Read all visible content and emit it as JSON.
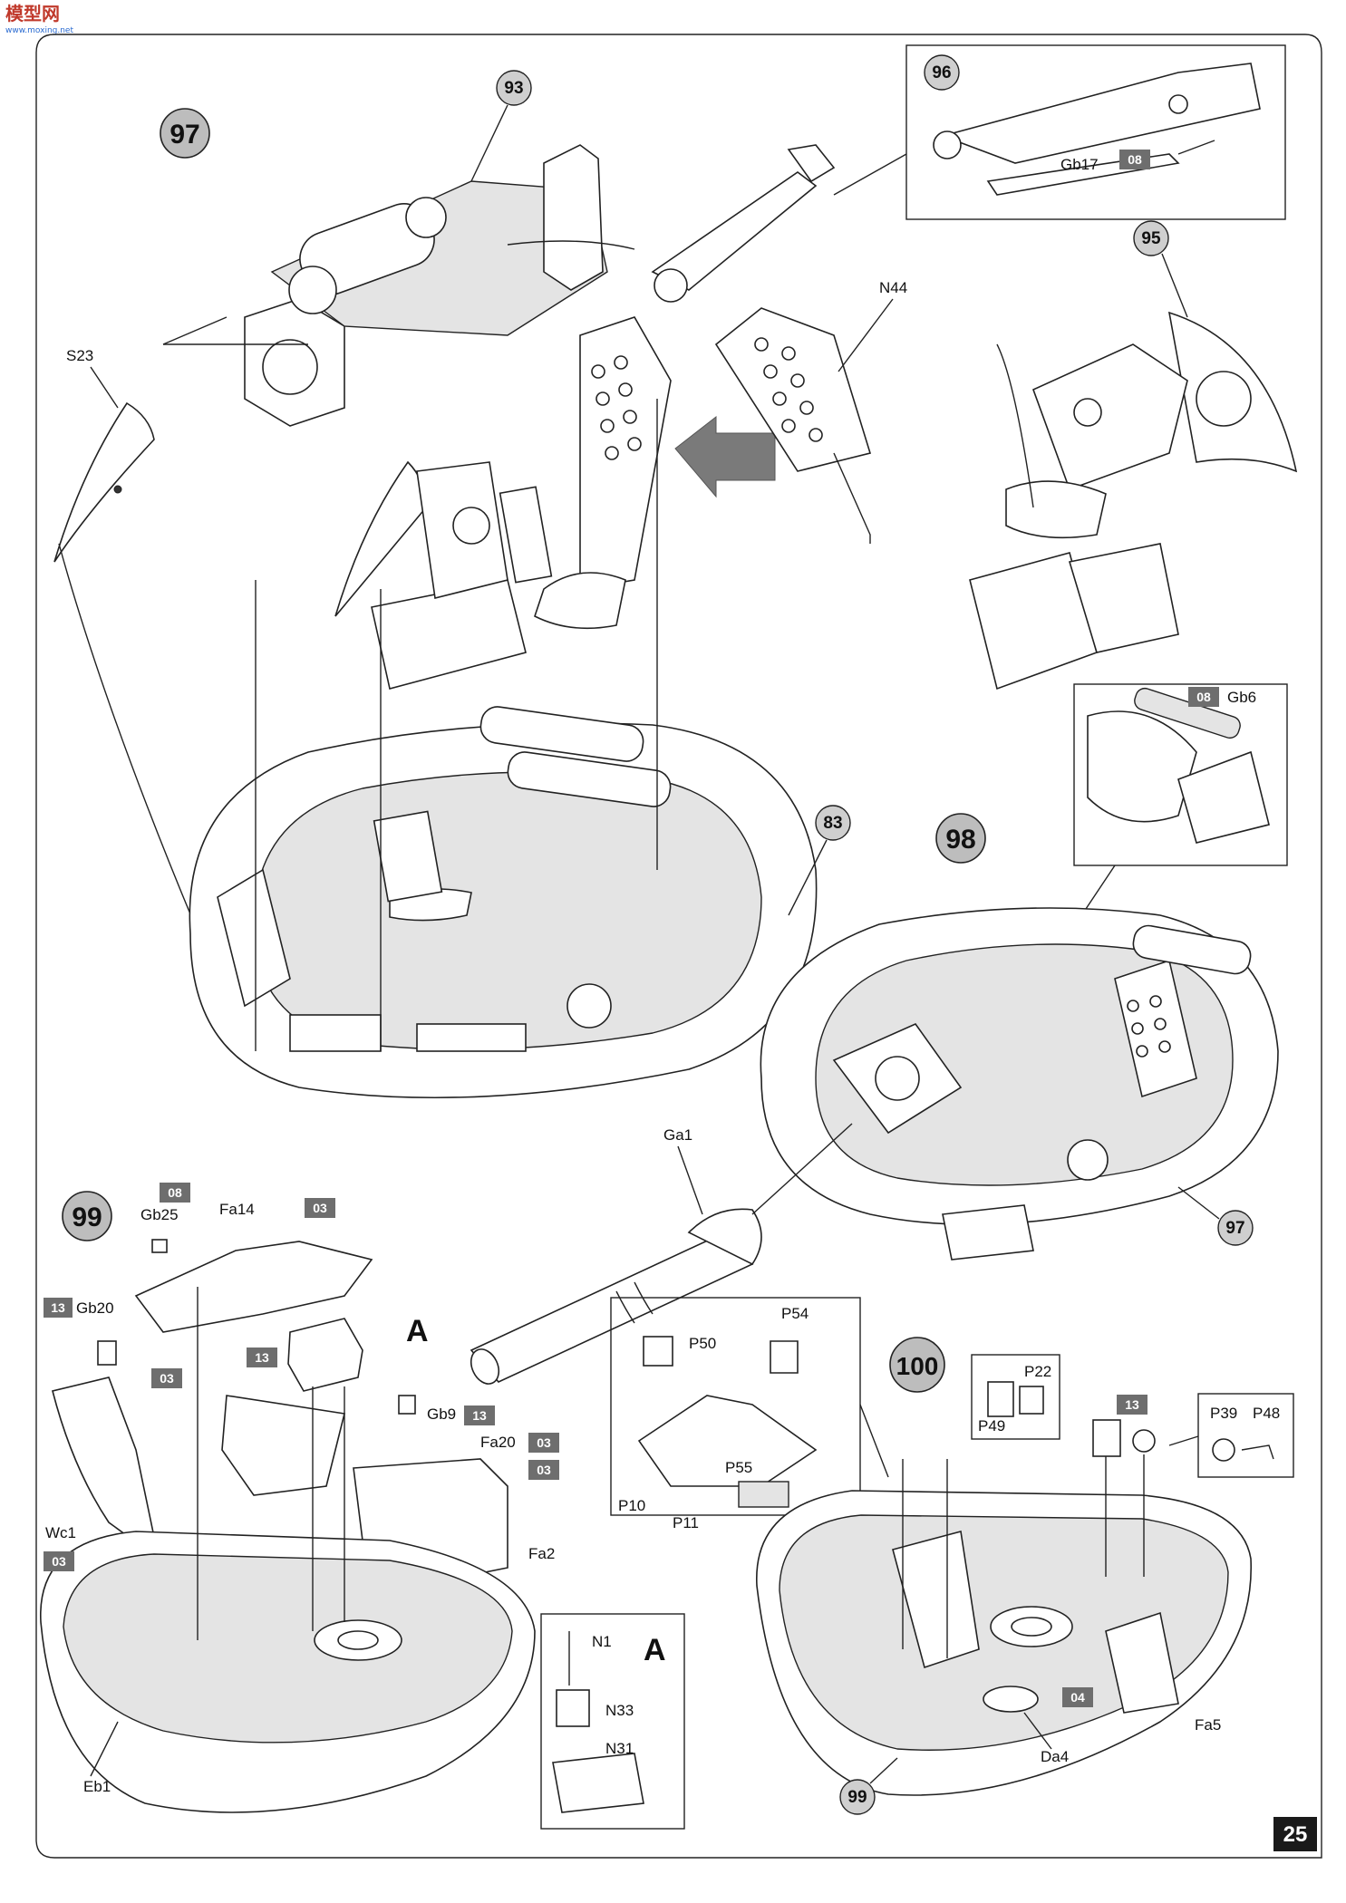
{
  "header": {
    "logo_text": "模型网",
    "logo_subtext": "www.moxing.net"
  },
  "page_number": "25",
  "steps": [
    {
      "id": "s97",
      "label": "97"
    },
    {
      "id": "s98",
      "label": "98"
    },
    {
      "id": "s99",
      "label": "99"
    },
    {
      "id": "s100",
      "label": "100"
    }
  ],
  "callouts": {
    "c93": "93",
    "c96": "96",
    "c95": "95",
    "c83": "83",
    "c97b": "97",
    "c99b": "99"
  },
  "sub_labels": {
    "a_main": "A",
    "a_inset": "A"
  },
  "parts": {
    "S23": "S23",
    "N44": "N44",
    "Gb17": "Gb17",
    "Gb6": "Gb6",
    "Ga1": "Ga1",
    "Gb25": "Gb25",
    "Fa14": "Fa14",
    "Gb20": "Gb20",
    "Gb9": "Gb9",
    "Fa20": "Fa20",
    "Fa2": "Fa2",
    "Wc1": "Wc1",
    "Eb1": "Eb1",
    "N1": "N1",
    "N33": "N33",
    "N31": "N31",
    "P50": "P50",
    "P54": "P54",
    "P10": "P10",
    "P55": "P55",
    "P11": "P11",
    "P22": "P22",
    "P49": "P49",
    "P39": "P39",
    "P48": "P48",
    "Fa5": "Fa5",
    "Da4": "Da4"
  },
  "sprues": {
    "gb17": "08",
    "gb6": "08",
    "gb25": "08",
    "fa14": "03",
    "gb20": "13",
    "a_assy": "13",
    "gb9": "13",
    "fa20": "03",
    "fa2": "03",
    "wc1": "03",
    "eb1": "03",
    "p22": "13",
    "fa5": "04"
  },
  "colors": {
    "sprue_box": "#6e6e6e",
    "step_circle": "#bdbdbd",
    "callout_circle": "#cfcfcf",
    "ink": "#222222",
    "page_badge": "#1a1a1a"
  }
}
